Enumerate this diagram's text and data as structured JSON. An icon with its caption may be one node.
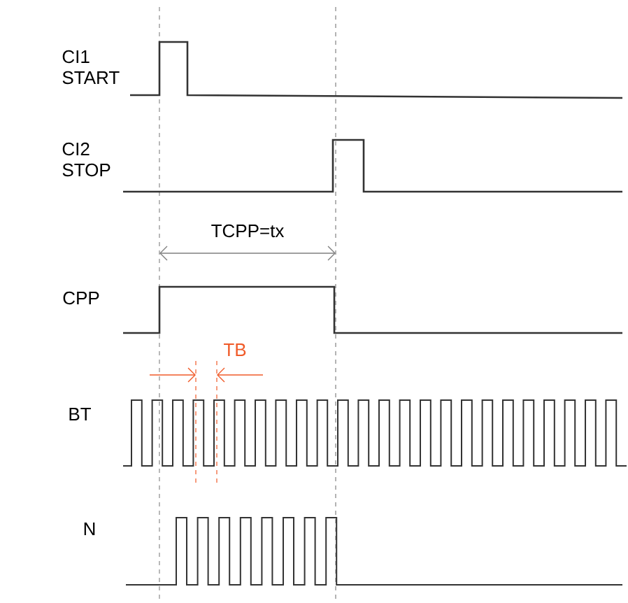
{
  "diagram": {
    "labels": [
      "CI1 START",
      "CI2 STOP",
      "TCPP=tx",
      "CPP",
      "TB",
      "BT",
      "N"
    ]
  }
}
